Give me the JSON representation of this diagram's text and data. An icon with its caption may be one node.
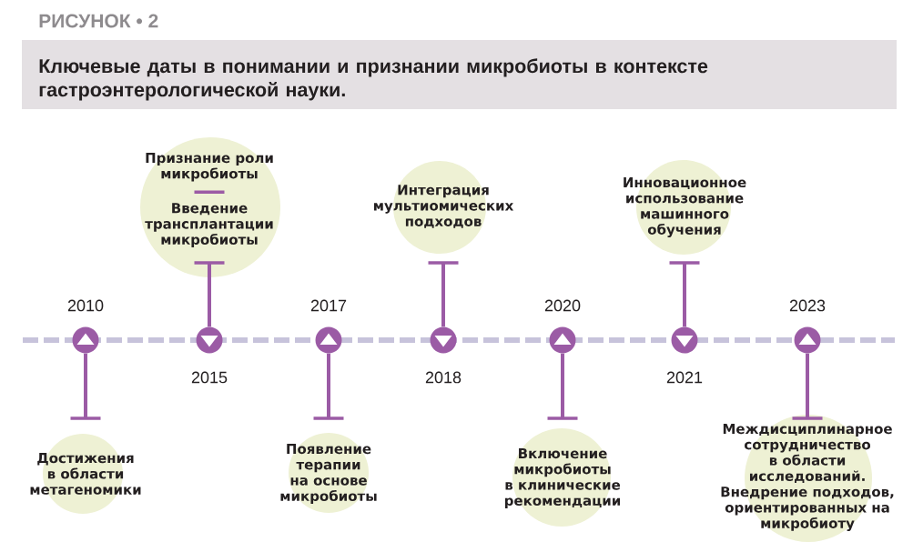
{
  "diagram": {
    "title": "РИСУНОК • 2",
    "caption": "Ключевые даты в понимании и признании микробиоты в контексте гастроэнтерологической науки.",
    "nodes": [
      {
        "text": [],
        "shape": "circle",
        "beside": [
          "2010"
        ]
      },
      {
        "text": [],
        "shape": "circle",
        "beside": [
          "2015"
        ]
      },
      {
        "text": [],
        "shape": "circle",
        "beside": [
          "2017"
        ]
      },
      {
        "text": [],
        "shape": "circle",
        "beside": [
          "2018"
        ]
      },
      {
        "text": [],
        "shape": "circle",
        "beside": [
          "2020"
        ]
      },
      {
        "text": [],
        "shape": "circle",
        "beside": [
          "2021"
        ]
      },
      {
        "text": [],
        "shape": "circle",
        "beside": [
          "2023"
        ]
      },
      {
        "text": [
          "Достижения в области метагеномики"
        ]
      },
      {
        "text": [
          "Признание роли микробиоты",
          "Введение трансплантации микробиоты"
        ]
      },
      {
        "text": [
          "Появление терапии на основе микробиоты"
        ]
      },
      {
        "text": [
          "Интеграция мультиомических подходов"
        ]
      },
      {
        "text": [
          "Включение микробиоты в клинические рекомендации"
        ]
      },
      {
        "text": [
          "Инновационное использование машинного обучения"
        ]
      },
      {
        "text": [
          "Междисциплинарное сотрудничество в области исследований. Внедрение подходов, ориентированных на микробиоту"
        ]
      }
    ],
    "edges": [
      {
        "from": 0,
        "to": 7,
        "arrow": "other"
      },
      {
        "from": 1,
        "to": 8,
        "arrow": "other"
      },
      {
        "from": 2,
        "to": 9,
        "arrow": "other"
      },
      {
        "from": 3,
        "to": 10,
        "arrow": "other"
      },
      {
        "from": 4,
        "to": 11,
        "arrow": "other"
      },
      {
        "from": 5,
        "to": 12,
        "arrow": "other"
      },
      {
        "from": 6,
        "to": 13,
        "arrow": "other"
      }
    ]
  }
}
